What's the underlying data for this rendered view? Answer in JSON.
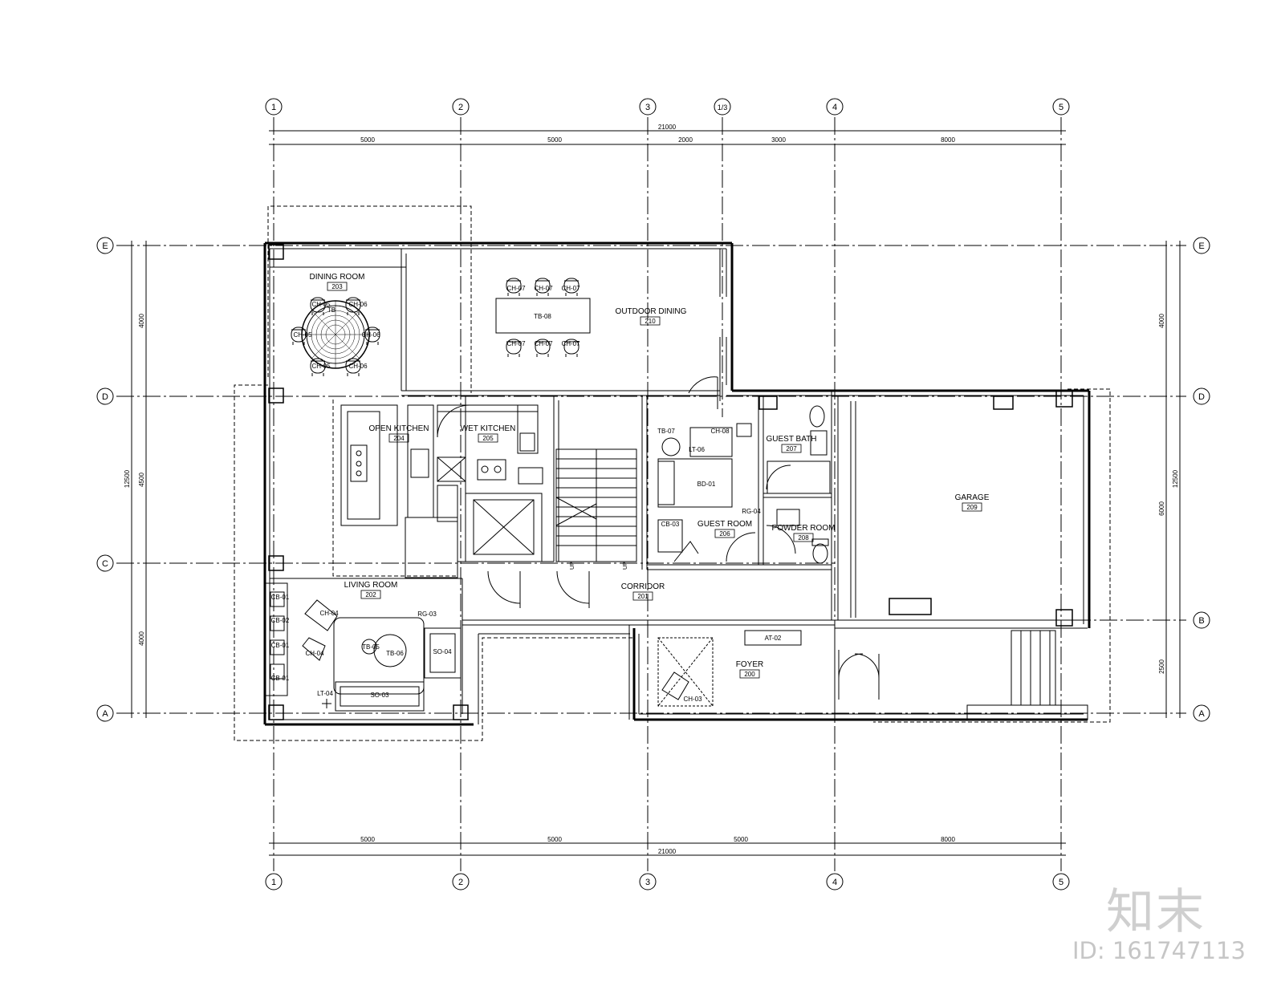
{
  "grid_columns": [
    "1",
    "2",
    "3",
    "1/3",
    "4",
    "5"
  ],
  "grid_rows": [
    "E",
    "D",
    "C",
    "B",
    "A"
  ],
  "dimensions": {
    "top_total": "21000",
    "top_segments": [
      "5000",
      "5000",
      "2000",
      "3000",
      "8000"
    ],
    "bottom_total": "21000",
    "bottom_segments": [
      "5000",
      "5000",
      "5000",
      "8000"
    ],
    "left_total": "12500",
    "left_segments": [
      "4000",
      "4500",
      "4000"
    ],
    "right_total": "12500",
    "right_segments": [
      "4000",
      "6000",
      "2500"
    ]
  },
  "rooms": [
    {
      "name": "DINING ROOM",
      "number": "203"
    },
    {
      "name": "OUTDOOR DINING",
      "number": "210"
    },
    {
      "name": "OPEN KITCHEN",
      "number": "204"
    },
    {
      "name": "WET KITCHEN",
      "number": "205"
    },
    {
      "name": "GUEST BATH",
      "number": "207"
    },
    {
      "name": "GARAGE",
      "number": "209"
    },
    {
      "name": "GUEST ROOM",
      "number": "206"
    },
    {
      "name": "POWDER ROOM",
      "number": "208"
    },
    {
      "name": "LIVING ROOM",
      "number": "202"
    },
    {
      "name": "CORRIDOR",
      "number": "201"
    },
    {
      "name": "FOYER",
      "number": "200"
    }
  ],
  "tags": {
    "tb08": "TB-08",
    "ch07": "CH-07",
    "tb07": "TB-07",
    "ch08": "CH-08",
    "lt06": "LT-06",
    "bd01": "BD-01",
    "cb03": "CB-03",
    "rg04": "RG-04",
    "ch04": "CH-04",
    "rg03": "RG-03",
    "cb01": "CB-01",
    "cb02": "CB-02",
    "tb05": "TB-05",
    "tb06": "TB-06",
    "so04": "SO-04",
    "lt04": "LT-04",
    "so03": "SO-03",
    "at02": "AT-02",
    "ch03": "CH-03",
    "ch05": "CH-05",
    "ch06": "CH-06",
    "tb": "TB",
    "up": "UP"
  },
  "watermark": {
    "logo": "知末",
    "id": "ID: 161747113"
  },
  "colors": {
    "line": "#000000",
    "watermark": "#c8c8c8"
  }
}
